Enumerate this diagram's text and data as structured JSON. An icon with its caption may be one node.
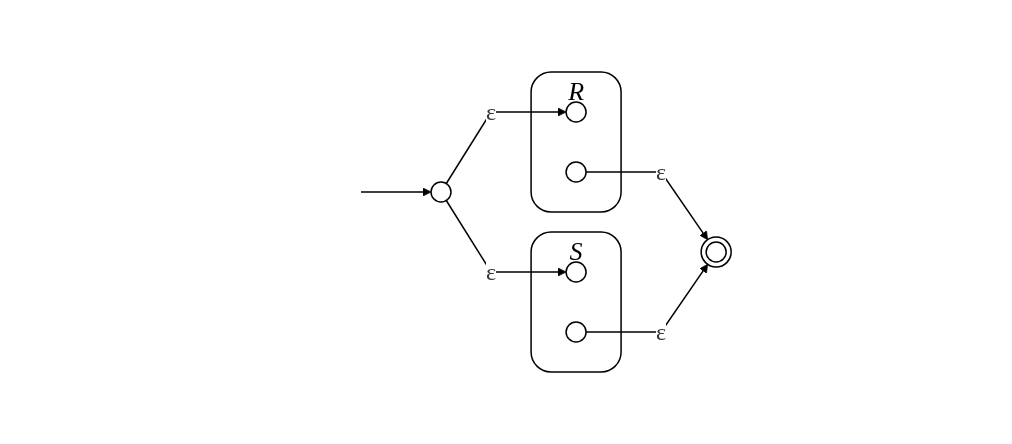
{
  "diagram": {
    "nodes": [
      {
        "text": [],
        "shape": "circle"
      },
      {
        "text": [
          "R"
        ]
      },
      {
        "text": [],
        "shape": "circle",
        "in": 1
      },
      {
        "text": [],
        "shape": "circle",
        "in": 1
      },
      {
        "text": [
          "S"
        ]
      },
      {
        "text": [],
        "shape": "circle",
        "in": 4
      },
      {
        "text": [],
        "shape": "circle",
        "in": 4
      },
      {
        "text": [],
        "shape": "doublecircle"
      }
    ],
    "edges": [
      {
        "from": null,
        "to": 0,
        "arrow": "to"
      },
      {
        "from": 0,
        "to": 2,
        "arrow": "to",
        "label": "ε"
      },
      {
        "from": 3,
        "to": 7,
        "arrow": "to",
        "label": "ε"
      },
      {
        "from": 0,
        "to": 5,
        "arrow": "to",
        "label": "ε"
      },
      {
        "from": 6,
        "to": 7,
        "arrow": "to",
        "label": "ε"
      }
    ]
  }
}
